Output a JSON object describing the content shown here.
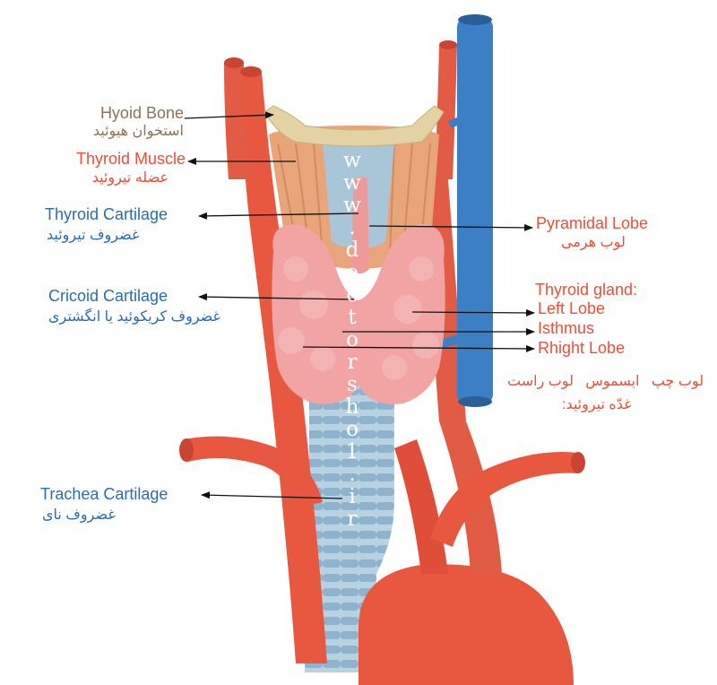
{
  "colors": {
    "artery": "#e8573f",
    "vein": "#3d7fc4",
    "gland": "#f2a3a3",
    "cartilage": "#a9c6d9",
    "muscle": "#e9a57a",
    "bone": "#e3d2a4",
    "label_tan": "#8b7355",
    "label_red": "#e8503a",
    "label_blue": "#2a6db0"
  },
  "labels": {
    "hyoid": {
      "en": "Hyoid Bone",
      "fa": "استخوان هیوئید"
    },
    "thyroid_muscle": {
      "en": "Thyroid Muscle",
      "fa": "عضله تیروئید"
    },
    "thyroid_cartilage": {
      "en": "Thyroid Cartilage",
      "fa": "غضروف تیروئید"
    },
    "cricoid": {
      "en": "Cricoid Cartilage",
      "fa": "غضروف کریکوئید یا انگشتری"
    },
    "trachea": {
      "en": "Trachea Cartilage",
      "fa": "غضروف نای"
    },
    "pyramidal": {
      "en": "Pyramidal Lobe",
      "fa": "لوب هرمی"
    },
    "gland_title": "Thyroid gland:",
    "left_lobe": "Left Lobe",
    "isthmus": "Isthmus",
    "right_lobe": "Rhight Lobe",
    "fa_lobes": "لوب چپ   ایسموس   لوب راست",
    "fa_gland": "غدّه تیروئید:"
  },
  "watermark": "www.doctorsho1.ir"
}
